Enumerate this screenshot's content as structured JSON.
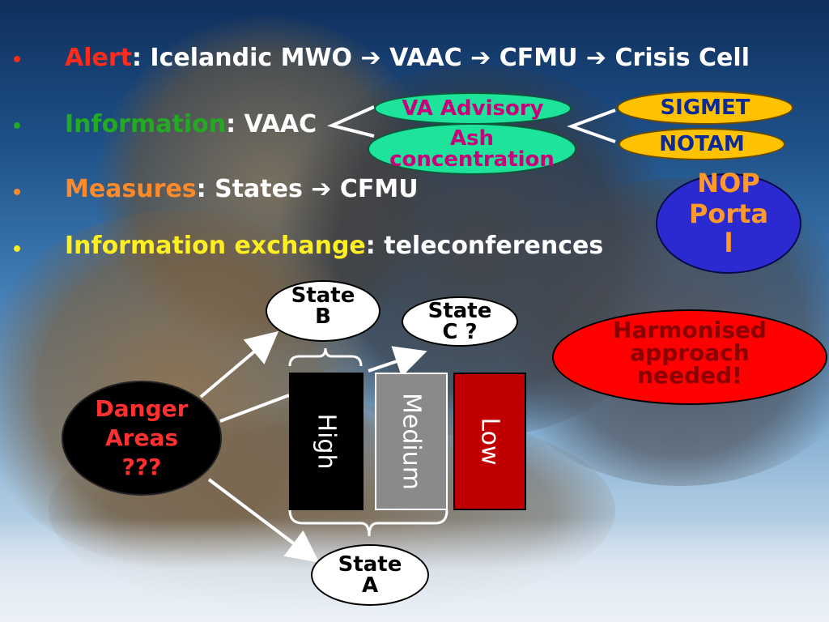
{
  "bullets": [
    {
      "key": "Alert",
      "key_color": "#ff2a1a",
      "rest": [
        ": Icelandic MWO ",
        "➔",
        " VAAC ",
        "➔",
        " CFMU ",
        "➔",
        " Crisis Cell"
      ],
      "dot_color": "#ff2a1a"
    },
    {
      "key": "Information",
      "key_color": "#22aa22",
      "rest": [
        ": VAAC"
      ],
      "dot_color": "#22aa22"
    },
    {
      "key": "Measures",
      "key_color": "#ff8a2a",
      "rest": [
        ": States ",
        "➔",
        " CFMU"
      ],
      "dot_color": "#ff8a2a"
    },
    {
      "key": "Information exchange",
      "key_color": "#ffee22",
      "rest": [
        ": teleconferences"
      ],
      "dot_color": "#ffee22"
    }
  ],
  "info_flow": {
    "va_advisory": "VA Advisory",
    "ash_line1": "Ash",
    "ash_line2": "concentration",
    "sigmet": "SIGMET",
    "notam": "NOTAM"
  },
  "nop_portal": {
    "line1": "NOP",
    "line2": "Porta",
    "line3": "l"
  },
  "harmonised": {
    "line1": "Harmonised",
    "line2": "approach",
    "line3": "needed!"
  },
  "danger": {
    "line1": "Danger",
    "line2": "Areas",
    "line3": "???"
  },
  "states": {
    "b": {
      "line1": "State",
      "line2": "B"
    },
    "c": {
      "line1": "State",
      "line2": "C ?"
    },
    "a": {
      "line1": "State",
      "line2": "A"
    }
  },
  "levels": [
    {
      "label": "High",
      "fill": "#000000",
      "text": "#ffffff"
    },
    {
      "label": "Medium",
      "fill": "#8a8a8a",
      "text": "#ffffff"
    },
    {
      "label": "Low",
      "fill": "#c00000",
      "text": "#ffffff"
    }
  ],
  "colors": {
    "green_ellipse": "#1ee39a",
    "yellow_ellipse": "#ffc200",
    "nop_fill": "#2a2ad0",
    "nop_text": "#ff9a2a",
    "red_ellipse": "#ff0000",
    "magenta_text": "#c8007a",
    "dark_red_text": "#8b0000",
    "navy_text": "#0a2a9a",
    "danger_text": "#ff3030"
  }
}
